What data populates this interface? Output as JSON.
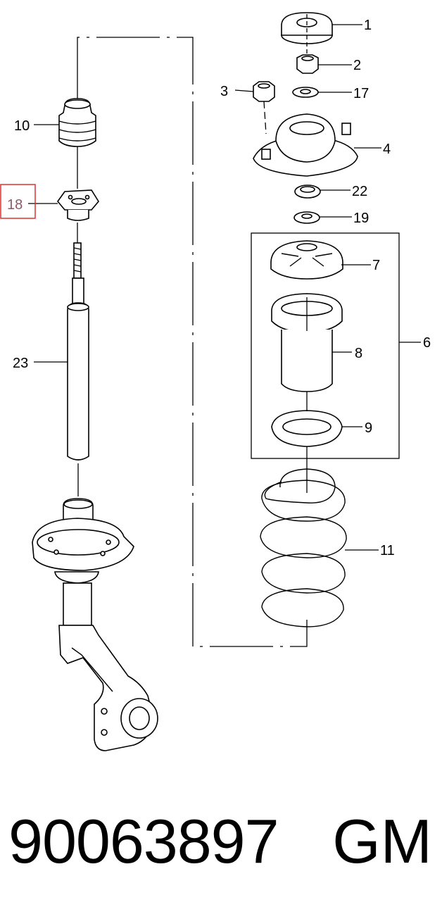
{
  "diagram": {
    "callouts": [
      {
        "id": "c1",
        "label": "1"
      },
      {
        "id": "c2",
        "label": "2"
      },
      {
        "id": "c3",
        "label": "3"
      },
      {
        "id": "c17",
        "label": "17"
      },
      {
        "id": "c4",
        "label": "4"
      },
      {
        "id": "c22",
        "label": "22"
      },
      {
        "id": "c19",
        "label": "19"
      },
      {
        "id": "c7",
        "label": "7"
      },
      {
        "id": "c6",
        "label": "6"
      },
      {
        "id": "c8",
        "label": "8"
      },
      {
        "id": "c9",
        "label": "9"
      },
      {
        "id": "c11",
        "label": "11"
      },
      {
        "id": "c10",
        "label": "10"
      },
      {
        "id": "c18",
        "label": "18",
        "highlighted": true
      },
      {
        "id": "c23",
        "label": "23"
      }
    ],
    "highlight_color": "#e03030"
  },
  "footer": {
    "part_number": "90063897",
    "brand": "GM"
  }
}
